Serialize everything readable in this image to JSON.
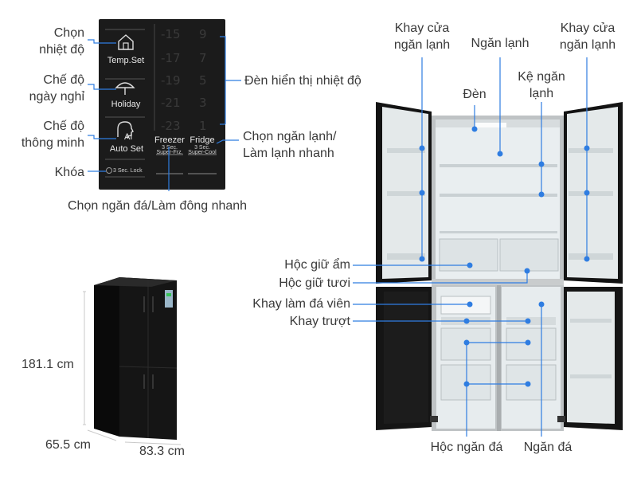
{
  "panel": {
    "temp_set": "Temp.Set",
    "holiday": "Holiday",
    "ai": "AI",
    "auto_set": "Auto Set",
    "lock_hint": "3 Sec. Lock",
    "freezer": "Freezer",
    "freezer_hint_1": "3 Sec.",
    "freezer_hint_2": "Super-Frz.",
    "fridge": "Fridge",
    "fridge_hint_1": "3 Sec.",
    "fridge_hint_2": "Super-Cool",
    "freezer_temps": [
      "-15",
      "-17",
      "-19",
      "-21",
      "-23"
    ],
    "fridge_temps": [
      "9",
      "7",
      "5",
      "3",
      "1"
    ]
  },
  "labels": {
    "chon_nhiet_do_1": "Chọn",
    "chon_nhiet_do_2": "nhiệt độ",
    "che_do_ngay_nghi_1": "Chế độ",
    "che_do_ngay_nghi_2": "ngày nghỉ",
    "che_do_thong_minh_1": "Chế độ",
    "che_do_thong_minh_2": "thông minh",
    "khoa": "Khóa",
    "den_hien_thi": "Đèn hiển thị nhiệt độ",
    "chon_ngan_lanh_1": "Chọn ngăn lạnh/",
    "chon_ngan_lanh_2": "Làm lạnh nhanh",
    "chon_ngan_da": "Chọn ngăn đá/Làm đông nhanh",
    "khay_cua_trai_1": "Khay cửa",
    "khay_cua_trai_2": "ngăn lạnh",
    "ngan_lanh": "Ngăn lạnh",
    "khay_cua_phai_1": "Khay cửa",
    "khay_cua_phai_2": "ngăn lạnh",
    "den": "Đèn",
    "ke_ngan_lanh_1": "Kệ ngăn",
    "ke_ngan_lanh_2": "lạnh",
    "hoc_giu_am": "Hộc giữ ẩm",
    "hoc_giu_tuoi": "Hộc giữ tươi",
    "khay_lam_da": "Khay làm đá viên",
    "khay_truot": "Khay trượt",
    "hoc_ngan_da": "Hộc ngăn đá",
    "ngan_da": "Ngăn đá"
  },
  "dimensions": {
    "height": "181.1 cm",
    "depth": "65.5 cm",
    "width": "83.3 cm"
  },
  "colors": {
    "accent": "#2f7de1",
    "text": "#3a3a3a",
    "fridge_body": "#111111"
  }
}
